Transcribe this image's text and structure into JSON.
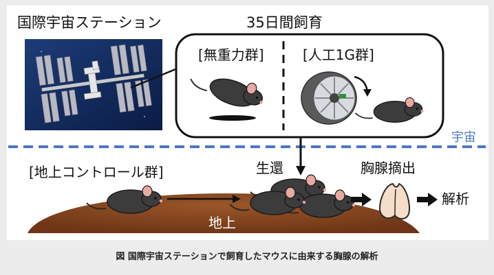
{
  "labels": {
    "iss_title": "国際宇宙ステーション",
    "rearing_title": "35日間飼育",
    "microgravity_group": "[無重力群]",
    "artificial_1g_group": "[人工1G群]",
    "space": "宇宙",
    "ground_control_group": "[地上コントロール群]",
    "return": "生還",
    "thymus_extraction": "胸腺摘出",
    "analysis": "解析",
    "ground": "地上"
  },
  "caption": "図 国際宇宙ステーションで飼育したマウスに由来する胸腺の解析",
  "colors": {
    "background": "#ececec",
    "panel": "#ffffff",
    "space_line": "#4a78c0",
    "ground": "#8a4a22",
    "mouse_body": "#3c3c3c",
    "mouse_ear": "#e8a9a0",
    "arrow": "#111111",
    "thymus": "#f4ddc9"
  }
}
